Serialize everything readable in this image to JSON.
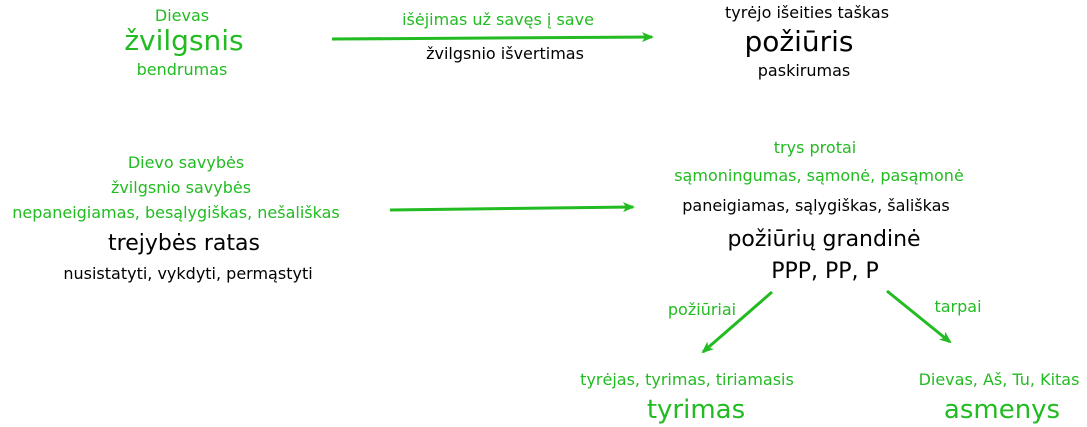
{
  "colors": {
    "green": "#22bb22",
    "black": "#000000"
  },
  "top_left": {
    "line1": "Dievas",
    "title": "žvilgsnis",
    "line2": "bendrumas"
  },
  "top_arrow": {
    "label_above": "išėjimas už savęs į save",
    "label_below": "žvilgsnio išvertimas"
  },
  "top_right": {
    "line1": "tyrėjo išeities taškas",
    "title": "požiūris",
    "line2": "paskirumas"
  },
  "mid_left": {
    "line1": "Dievo savybės",
    "line2": "žvilgsnio savybės",
    "line3": "nepaneigiamas, besąlygiškas, nešališkas",
    "title": "trejybės ratas",
    "line4": "nusistatyti, vykdyti, permąstyti"
  },
  "mid_right": {
    "line1": "trys protai",
    "line2": "sąmoningumas, sąmonė, pasąmonė",
    "line3": "paneigiamas, sąlygiškas, šališkas",
    "title": "požiūrių grandinė",
    "formula": "PPP, PP, P"
  },
  "arrow_left_label": "požiūriai",
  "arrow_right_label": "tarpai",
  "bottom_left": {
    "line1": "tyrėjas, tyrimas, tiriamasis",
    "title": "tyrimas"
  },
  "bottom_right": {
    "line1": "Dievas, Aš, Tu, Kitas",
    "title": "asmenys"
  }
}
